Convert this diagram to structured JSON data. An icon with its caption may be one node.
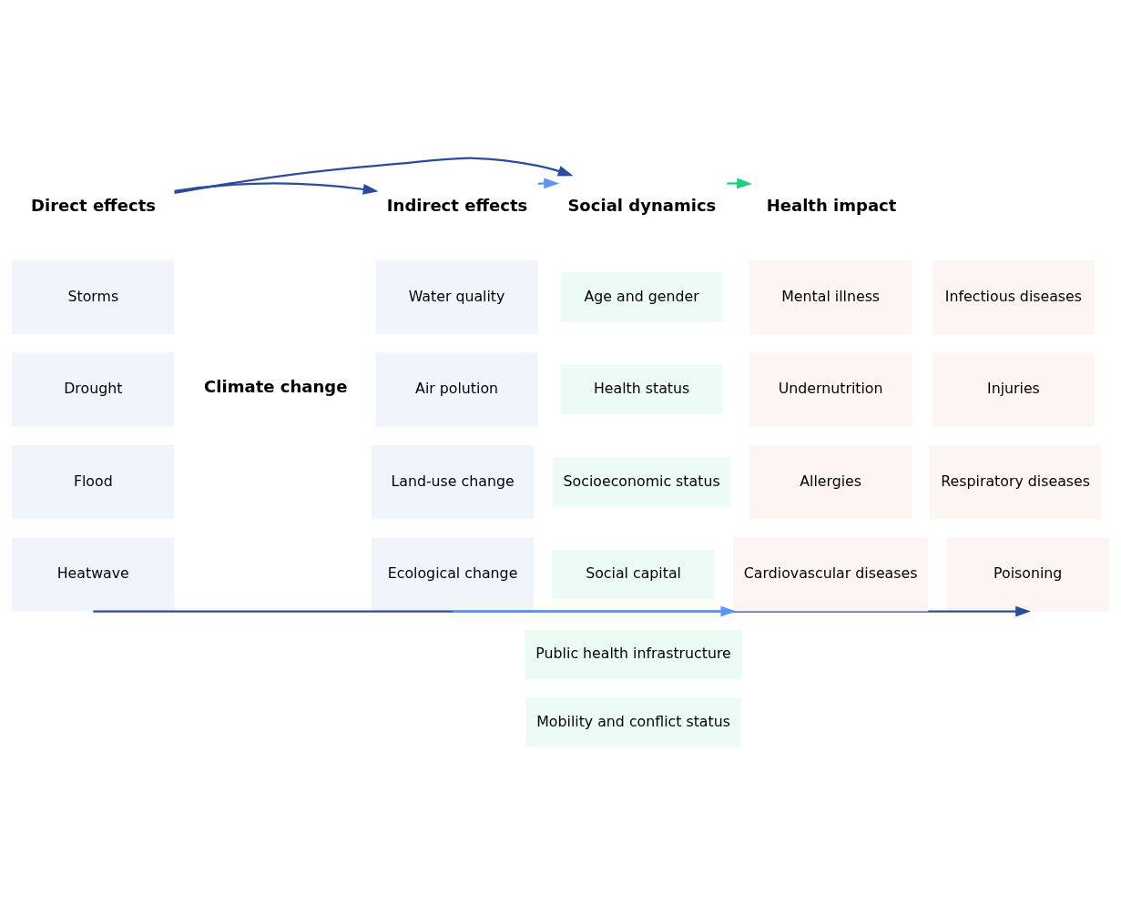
{
  "diagram": {
    "nodes": [
      {
        "text": [
          "Direct effects"
        ]
      },
      {
        "text": [
          "Storms"
        ]
      },
      {
        "text": [
          "Drought"
        ]
      },
      {
        "text": [
          "Flood"
        ]
      },
      {
        "text": [
          "Heatwave"
        ]
      },
      {
        "text": [
          "Indirect effects"
        ]
      },
      {
        "text": [
          "Water quality"
        ]
      },
      {
        "text": [
          "Air polution"
        ]
      },
      {
        "text": [
          "Land-use change"
        ]
      },
      {
        "text": [
          "Ecological change"
        ]
      },
      {
        "text": [
          "Social dynamics"
        ]
      },
      {
        "text": [
          "Age and gender"
        ]
      },
      {
        "text": [
          "Health status"
        ]
      },
      {
        "text": [
          "Socioeconomic status"
        ]
      },
      {
        "text": [
          "Social capital"
        ]
      },
      {
        "text": [
          "Public health infrastructure"
        ]
      },
      {
        "text": [
          "Mobility and conflict status"
        ]
      },
      {
        "text": [
          "Health impact"
        ]
      },
      {
        "text": [
          "Mental illness"
        ]
      },
      {
        "text": [
          "Infectious diseases"
        ]
      },
      {
        "text": [
          "Undernutrition"
        ]
      },
      {
        "text": [
          "Injuries"
        ]
      },
      {
        "text": [
          "Allergies"
        ]
      },
      {
        "text": [
          "Respiratory diseases"
        ]
      },
      {
        "text": [
          "Cardiovascular diseases"
        ]
      },
      {
        "text": [
          "Poisoning"
        ]
      }
    ],
    "edges": [
      {
        "from": 0,
        "to": 5,
        "arrow": "to",
        "color": "#2b4c9b"
      },
      {
        "from": 0,
        "to": 10,
        "arrow": "to",
        "color": "#2b4c9b"
      },
      {
        "from": 5,
        "to": 10,
        "arrow": "to",
        "color": "#5b96f2"
      },
      {
        "from": 10,
        "to": 17,
        "arrow": "to",
        "color": "#1fd07c"
      },
      {
        "from": 4,
        "to": 25,
        "arrow": "to",
        "color": "#2b4c9b"
      },
      {
        "from": 9,
        "to": 24,
        "arrow": "to",
        "color": "#5b96f2"
      }
    ],
    "labels": [
      "Climate change"
    ]
  }
}
